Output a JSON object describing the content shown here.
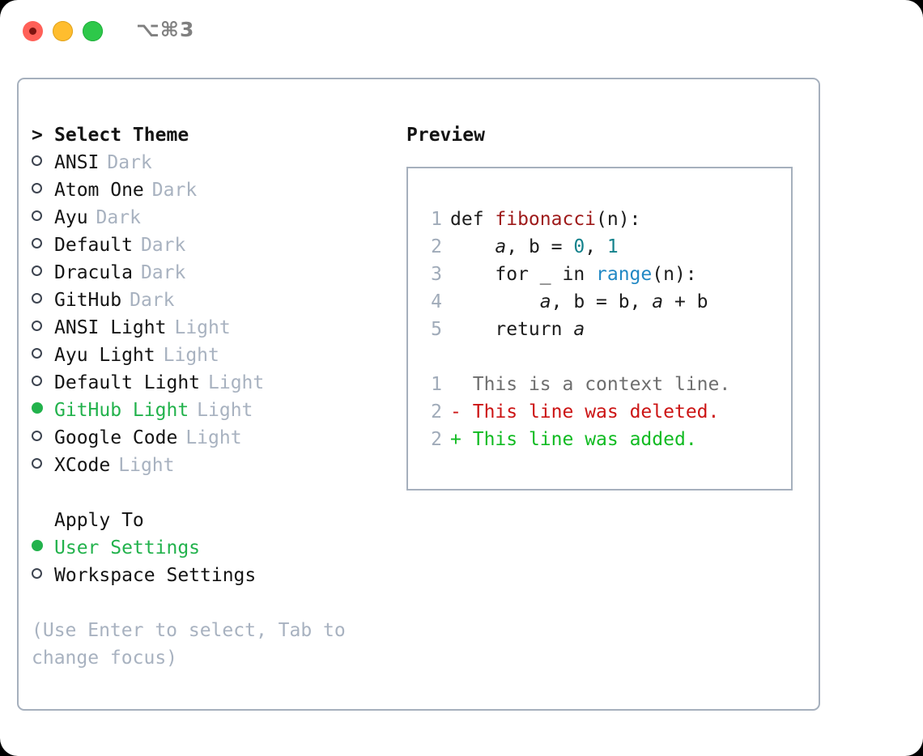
{
  "window": {
    "shortcut": "⌥⌘3",
    "traffic_lights": [
      {
        "name": "close",
        "color": "#ff6058"
      },
      {
        "name": "minimize",
        "color": "#ffbd2e"
      },
      {
        "name": "maximize",
        "color": "#2dc84a"
      }
    ]
  },
  "colors": {
    "selected_green": "#22b24c",
    "muted": "#a8b2c0",
    "border": "#a6b0bd",
    "text": "#141414",
    "syntax_function": "#9e1a1a",
    "syntax_number": "#14828c",
    "syntax_call": "#2188c4",
    "diff_add": "#11bb22",
    "diff_del": "#cc1414",
    "diff_ctx": "#6e6e6e"
  },
  "theme_picker": {
    "caret": ">",
    "heading": "Select Theme",
    "items": [
      {
        "marker": "radio-off",
        "label": "ANSI",
        "tag": "Dark",
        "selected": false
      },
      {
        "marker": "radio-off",
        "label": "Atom One",
        "tag": "Dark",
        "selected": false
      },
      {
        "marker": "radio-off",
        "label": "Ayu",
        "tag": "Dark",
        "selected": false
      },
      {
        "marker": "radio-off",
        "label": "Default",
        "tag": "Dark",
        "selected": false
      },
      {
        "marker": "radio-off",
        "label": "Dracula",
        "tag": "Dark",
        "selected": false
      },
      {
        "marker": "radio-off",
        "label": "GitHub",
        "tag": "Dark",
        "selected": false
      },
      {
        "marker": "radio-off",
        "label": "ANSI Light",
        "tag": "Light",
        "selected": false
      },
      {
        "marker": "radio-off",
        "label": "Ayu Light",
        "tag": "Light",
        "selected": false
      },
      {
        "marker": "radio-off",
        "label": "Default Light",
        "tag": "Light",
        "selected": false
      },
      {
        "marker": "radio-on",
        "label": "GitHub Light",
        "tag": "Light",
        "selected": true
      },
      {
        "marker": "radio-off",
        "label": "Google Code",
        "tag": "Light",
        "selected": false
      },
      {
        "marker": "radio-off",
        "label": "XCode",
        "tag": "Light",
        "selected": false
      }
    ]
  },
  "apply_to": {
    "heading": "Apply To",
    "items": [
      {
        "marker": "radio-on",
        "label": "User Settings",
        "selected": true
      },
      {
        "marker": "radio-off",
        "label": "Workspace Settings",
        "selected": false
      }
    ]
  },
  "hint": "(Use Enter to select, Tab to change focus)",
  "preview": {
    "heading": "Preview",
    "code_lines": [
      {
        "no": "1",
        "segments": [
          {
            "t": "def ",
            "c": "plain"
          },
          {
            "t": "fibonacci",
            "c": "fn"
          },
          {
            "t": "(n):",
            "c": "plain"
          }
        ]
      },
      {
        "no": "2",
        "segments": [
          {
            "t": "    ",
            "c": "plain"
          },
          {
            "t": "a",
            "c": "ital"
          },
          {
            "t": ", b = ",
            "c": "plain"
          },
          {
            "t": "0",
            "c": "num"
          },
          {
            "t": ", ",
            "c": "plain"
          },
          {
            "t": "1",
            "c": "num"
          }
        ]
      },
      {
        "no": "3",
        "segments": [
          {
            "t": "    for _ in ",
            "c": "plain"
          },
          {
            "t": "range",
            "c": "call"
          },
          {
            "t": "(n):",
            "c": "plain"
          }
        ]
      },
      {
        "no": "4",
        "segments": [
          {
            "t": "        ",
            "c": "plain"
          },
          {
            "t": "a",
            "c": "ital"
          },
          {
            "t": ", b = b, ",
            "c": "plain"
          },
          {
            "t": "a",
            "c": "ital"
          },
          {
            "t": " + b",
            "c": "plain"
          }
        ]
      },
      {
        "no": "5",
        "segments": [
          {
            "t": "    return ",
            "c": "plain"
          },
          {
            "t": "a",
            "c": "ital"
          }
        ]
      }
    ],
    "diff_lines": [
      {
        "no": "1",
        "sign": " ",
        "text": "This is a context line.",
        "kind": "ctx"
      },
      {
        "no": "2",
        "sign": "-",
        "text": "This line was deleted.",
        "kind": "del"
      },
      {
        "no": "2",
        "sign": "+",
        "text": "This line was added.",
        "kind": "add"
      }
    ]
  }
}
